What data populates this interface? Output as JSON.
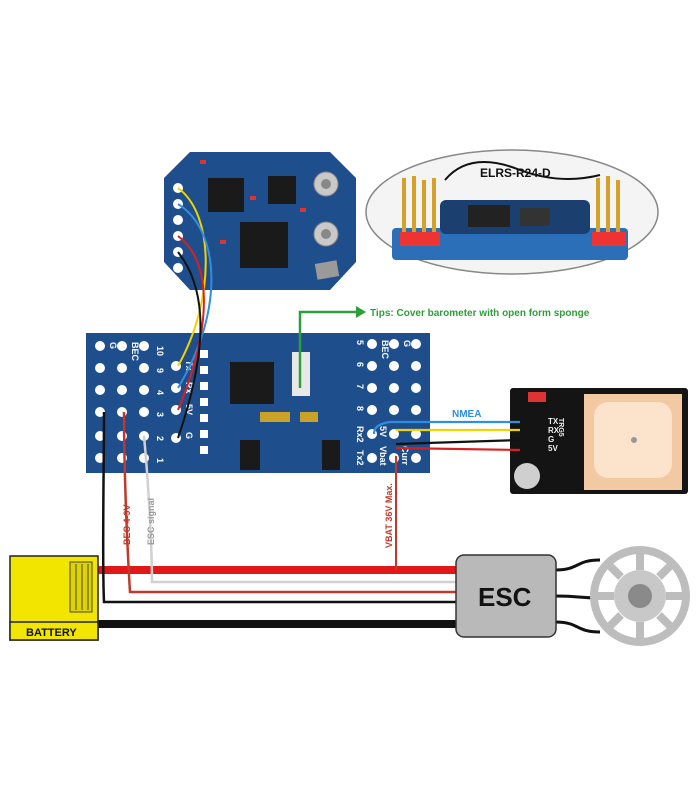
{
  "receiver": {
    "name": "ELRS-R24-D"
  },
  "tip": {
    "text": "Tips: Cover barometer with open form sponge"
  },
  "fc_left": {
    "row_labels": [
      "10",
      "9",
      "4",
      "3",
      "2",
      "1"
    ],
    "bec_label": "BEC",
    "g_label": "G",
    "pins_right": [
      "Tx",
      "Rx",
      "5V",
      "G"
    ]
  },
  "fc_right": {
    "numbers": [
      "5",
      "6",
      "7",
      "8"
    ],
    "bec_label": "BEC",
    "g_label": "G",
    "uart": [
      "Tx2",
      "Rx2"
    ],
    "power": [
      "Vbat",
      "5V",
      "Curr"
    ]
  },
  "gps": {
    "pins": [
      "TX",
      "RX",
      "G",
      "5V"
    ],
    "side_label": "TRG5",
    "nmea_label": "NMEA"
  },
  "wire_labels": {
    "bec": "BEC 4-9V",
    "esc_signal": "ESC signal",
    "vbat": "VBAT 36V Max."
  },
  "battery": {
    "label": "BATTERY"
  },
  "esc": {
    "label": "ESC"
  },
  "colors": {
    "board_blue": "#1f4e8c",
    "tip_green": "#2e9e3a",
    "wire_red": "#d92020",
    "wire_black": "#111111",
    "battery_yellow": "#f2e600",
    "esc_gray": "#b9b9b9"
  }
}
